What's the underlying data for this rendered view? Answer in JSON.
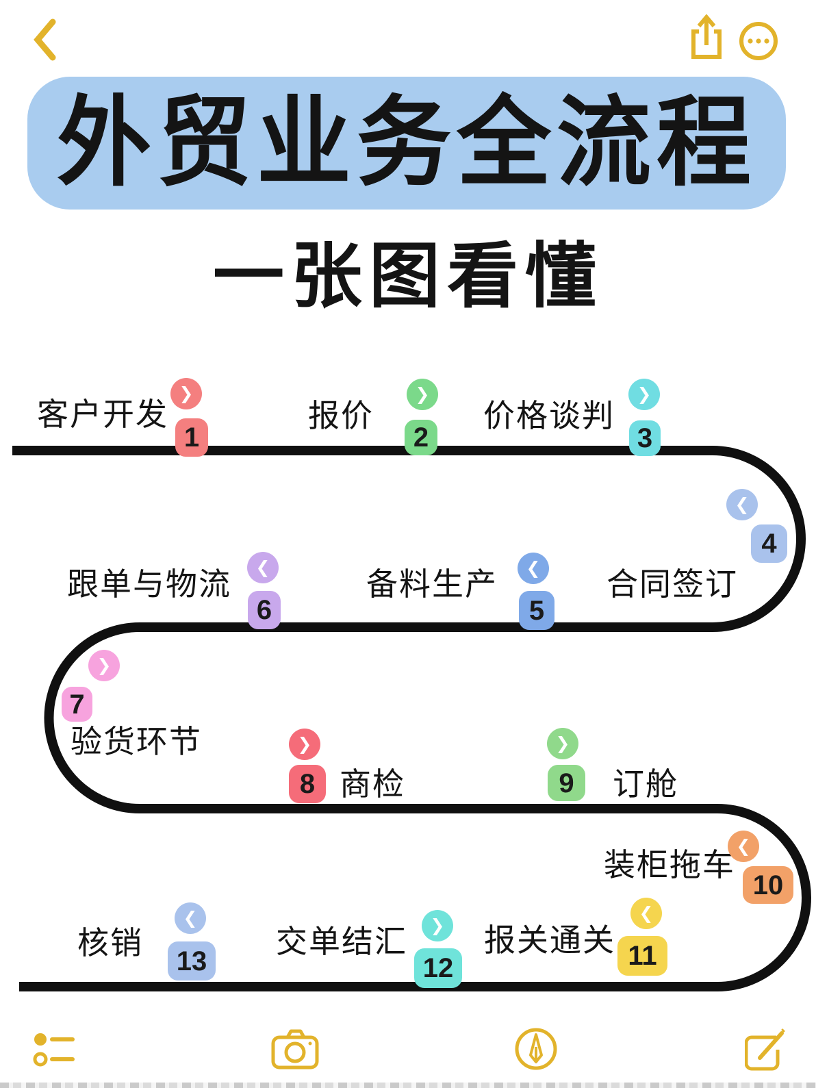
{
  "colors": {
    "title_bg": "#A9CCEF",
    "ink": "#141414",
    "line": "#101010",
    "toolbar_yellow": "#E2B32B"
  },
  "header": {
    "title": "外贸业务全流程",
    "subtitle": "一张图看懂"
  },
  "steps": [
    {
      "num": "1",
      "label": "客户开发",
      "color": "#F47F7F",
      "chevron": "❯"
    },
    {
      "num": "2",
      "label": "报价",
      "color": "#7BD98A",
      "chevron": "❯"
    },
    {
      "num": "3",
      "label": "价格谈判",
      "color": "#70DDE2",
      "chevron": "❯"
    },
    {
      "num": "4",
      "label": "合同签订",
      "color": "#A9C2EC",
      "chevron": "❮"
    },
    {
      "num": "5",
      "label": "备料生产",
      "color": "#7FA9E8",
      "chevron": "❮"
    },
    {
      "num": "6",
      "label": "跟单与物流",
      "color": "#C8A8EC",
      "chevron": "❮"
    },
    {
      "num": "7",
      "label": "验货环节",
      "color": "#F7A3DE",
      "chevron": "❯"
    },
    {
      "num": "8",
      "label": "商检",
      "color": "#F56C79",
      "chevron": "❯"
    },
    {
      "num": "9",
      "label": "订舱",
      "color": "#90D98B",
      "chevron": "❯"
    },
    {
      "num": "10",
      "label": "装柜拖车",
      "color": "#F2A168",
      "chevron": "❮"
    },
    {
      "num": "11",
      "label": "报关通关",
      "color": "#F5D54E",
      "chevron": "❮"
    },
    {
      "num": "12",
      "label": "交单结汇",
      "color": "#6FE3DA",
      "chevron": "❯"
    },
    {
      "num": "13",
      "label": "核销",
      "color": "#A9C2EC",
      "chevron": "❮"
    }
  ]
}
